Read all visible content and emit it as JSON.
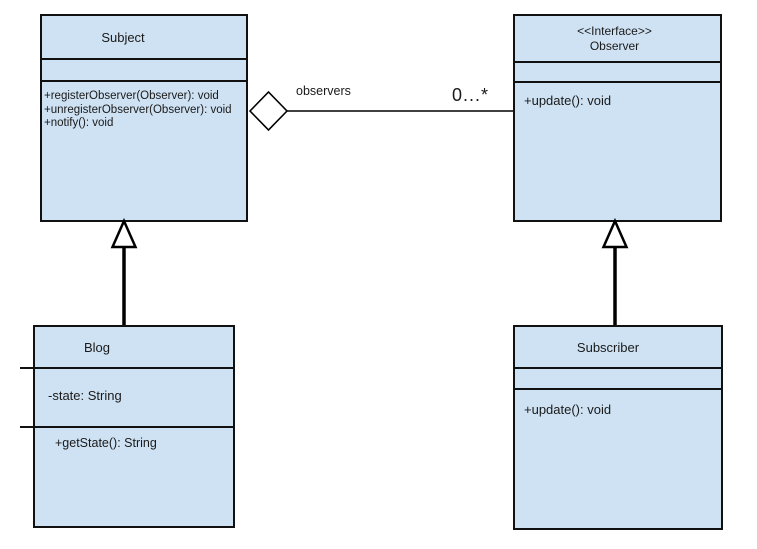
{
  "classes": {
    "subject": {
      "name": "Subject",
      "attributes": [],
      "methods": [
        "+registerObserver(Observer): void",
        "+unregisterObserver(Observer): void",
        "+notify(): void"
      ]
    },
    "observer": {
      "stereotype": "<<Interface>>",
      "name": "Observer",
      "attributes": [],
      "methods": [
        "+update(): void"
      ]
    },
    "blog": {
      "name": "Blog",
      "attributes": [
        "-state: String"
      ],
      "methods": [
        "+getState(): String"
      ]
    },
    "subscriber": {
      "name": "Subscriber",
      "attributes": [],
      "methods": [
        "+update(): void"
      ]
    }
  },
  "association": {
    "type": "aggregation",
    "from": "Subject",
    "to": "Observer",
    "label": "observers",
    "multiplicity": "0...*"
  },
  "generalizations": [
    {
      "from": "Blog",
      "to": "Subject"
    },
    {
      "from": "Subscriber",
      "to": "Observer"
    }
  ],
  "colors": {
    "class_fill": "#cfe2f3",
    "class_border": "#111111",
    "text": "#1a1a1a",
    "connector": "#000000",
    "background": "#ffffff"
  }
}
